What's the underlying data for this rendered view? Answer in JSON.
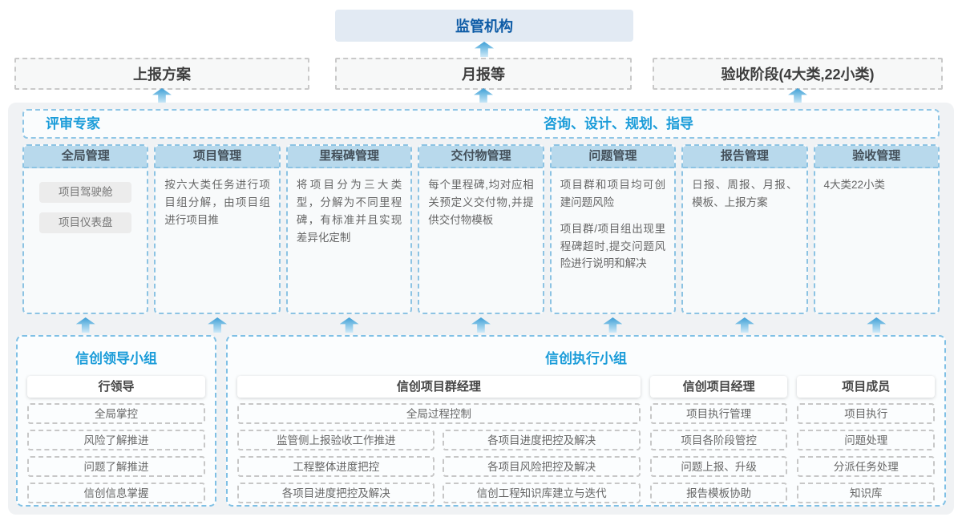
{
  "top": {
    "regulator": "监管机构",
    "outputs": [
      "上报方案",
      "月报等",
      "验收阶段(4大类,22小类)"
    ]
  },
  "middle": {
    "left_title": "评审专家",
    "right_title": "咨询、设计、规划、指导",
    "columns": [
      {
        "header": "全局管理",
        "chips": [
          "项目驾驶舱",
          "项目仪表盘"
        ]
      },
      {
        "header": "项目管理",
        "paragraphs": [
          "按六大类任务进行项目组分解，由项目组进行项目推"
        ]
      },
      {
        "header": "里程碑管理",
        "paragraphs": [
          "将项目分为三大类型，分解为不同里程碑，有标准并且实现差异化定制"
        ]
      },
      {
        "header": "交付物管理",
        "paragraphs": [
          "每个里程碑,均对应相关预定义交付物,并提供交付物模板"
        ]
      },
      {
        "header": "问题管理",
        "paragraphs": [
          "项目群和项目均可创建问题风险",
          "项目群/项目组出现里程碑超时,提交问题风险进行说明和解决"
        ]
      },
      {
        "header": "报告管理",
        "paragraphs": [
          "日报、周报、月报、模板、上报方案"
        ]
      },
      {
        "header": "验收管理",
        "paragraphs": [
          "4大类22小类"
        ]
      }
    ]
  },
  "bottom": {
    "leader_group": {
      "title": "信创领导小组",
      "role": "行领导",
      "items": [
        "全局掌控",
        "风险了解推进",
        "问题了解推进",
        "信创信息掌握"
      ]
    },
    "exec_group": {
      "title": "信创执行小组",
      "program_manager": {
        "role": "信创项目群经理",
        "span_item": "全局过程控制",
        "left_items": [
          "监管侧上报验收工作推进",
          "工程整体进度把控",
          "各项目进度把控及解决"
        ],
        "right_items": [
          "各项目进度把控及解决",
          "各项目风险把控及解决",
          "信创工程知识库建立与迭代"
        ]
      },
      "project_manager": {
        "role": "信创项目经理",
        "items": [
          "项目执行管理",
          "项目各阶段管控",
          "问题上报、升级",
          "报告模板协助"
        ]
      },
      "member": {
        "role": "项目成员",
        "items": [
          "项目执行",
          "问题处理",
          "分派任务处理",
          "知识库"
        ]
      }
    }
  },
  "colors": {
    "accent_blue": "#1b9cd9",
    "deep_blue": "#0d5ba6",
    "header_fill": "#b8d9ec",
    "dashed_blue": "#8cc3e3",
    "container_gray": "#f0f2f4"
  }
}
